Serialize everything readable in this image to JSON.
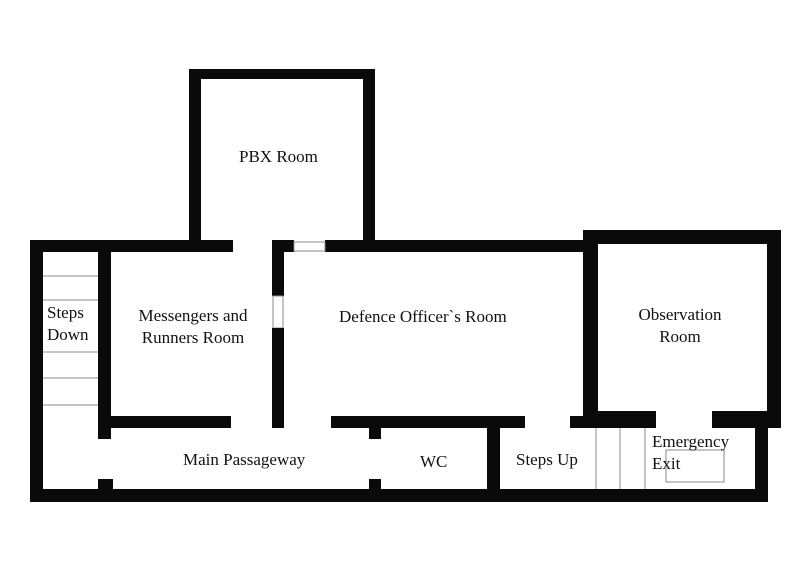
{
  "rooms": {
    "pbx": "PBX Room",
    "steps_down": [
      "Steps",
      "Down"
    ],
    "messengers": [
      "Messengers and",
      "Runners Room"
    ],
    "defence": "Defence Officer`s Room",
    "observation": [
      "Observation",
      "Room"
    ],
    "passage": "Main Passageway",
    "wc": "WC",
    "steps_up": "Steps Up",
    "emergency": [
      "Emergency",
      "Exit"
    ]
  }
}
